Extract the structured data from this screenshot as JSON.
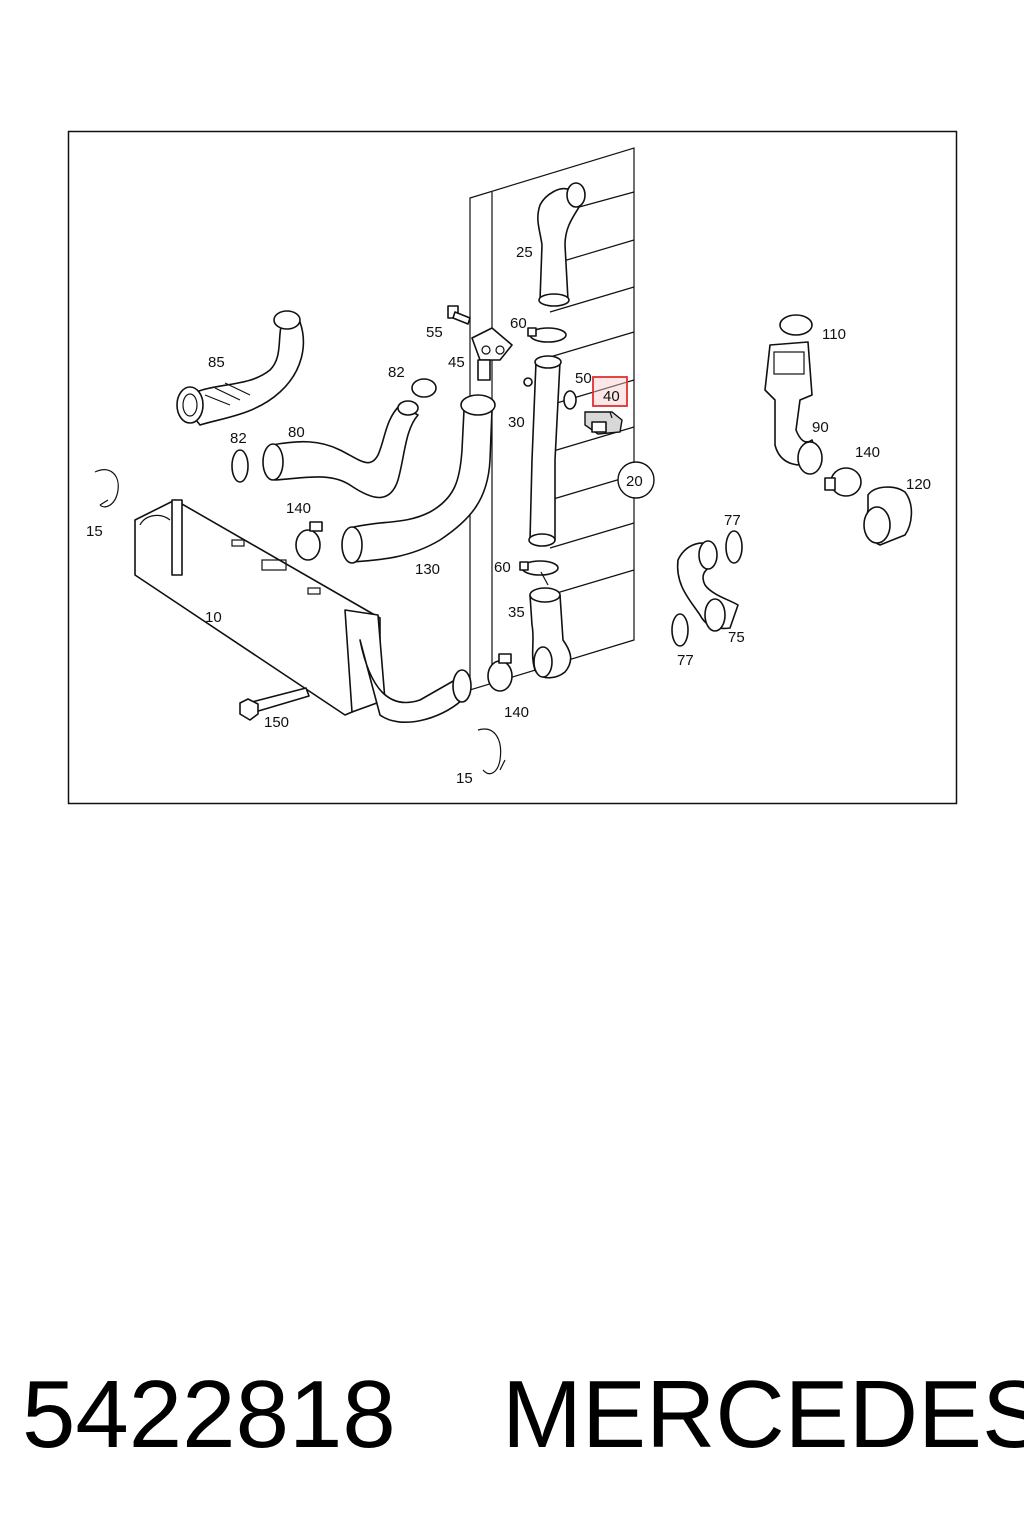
{
  "diagram": {
    "part_labels": {
      "p10": "10",
      "p15a": "15",
      "p15b": "15",
      "p20": "20",
      "p25": "25",
      "p30": "30",
      "p35": "35",
      "p40": "40",
      "p45": "45",
      "p50": "50",
      "p55": "55",
      "p60a": "60",
      "p60b": "60",
      "p75": "75",
      "p77a": "77",
      "p77b": "77",
      "p80": "80",
      "p82a": "82",
      "p82b": "82",
      "p85": "85",
      "p90": "90",
      "p110": "110",
      "p120": "120",
      "p130": "130",
      "p140a": "140",
      "p140b": "140",
      "p140c": "140",
      "p150": "150"
    },
    "highlighted_part": "40",
    "highlight_color": "#e03030"
  },
  "caption": {
    "part_number": "5422818",
    "brand": "MERCEDES"
  }
}
